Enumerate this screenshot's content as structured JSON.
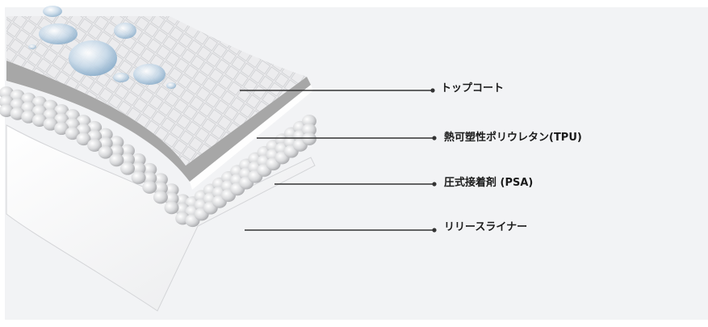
{
  "diagram": {
    "layers": [
      {
        "id": "top-coat",
        "label": "トップコート"
      },
      {
        "id": "tpu",
        "label": "熱可塑性ポリウレタン(TPU)"
      },
      {
        "id": "psa",
        "label": "圧式接着剤 (PSA)"
      },
      {
        "id": "release-liner",
        "label": "リリースライナー"
      }
    ]
  },
  "colors": {
    "background": "#f2f3f5",
    "top_coat": "#e8e9eb",
    "tpu": "#a7a7a7",
    "adhesive": "#dcdcdc",
    "liner": "#ffffff",
    "leader_line": "#333333"
  }
}
